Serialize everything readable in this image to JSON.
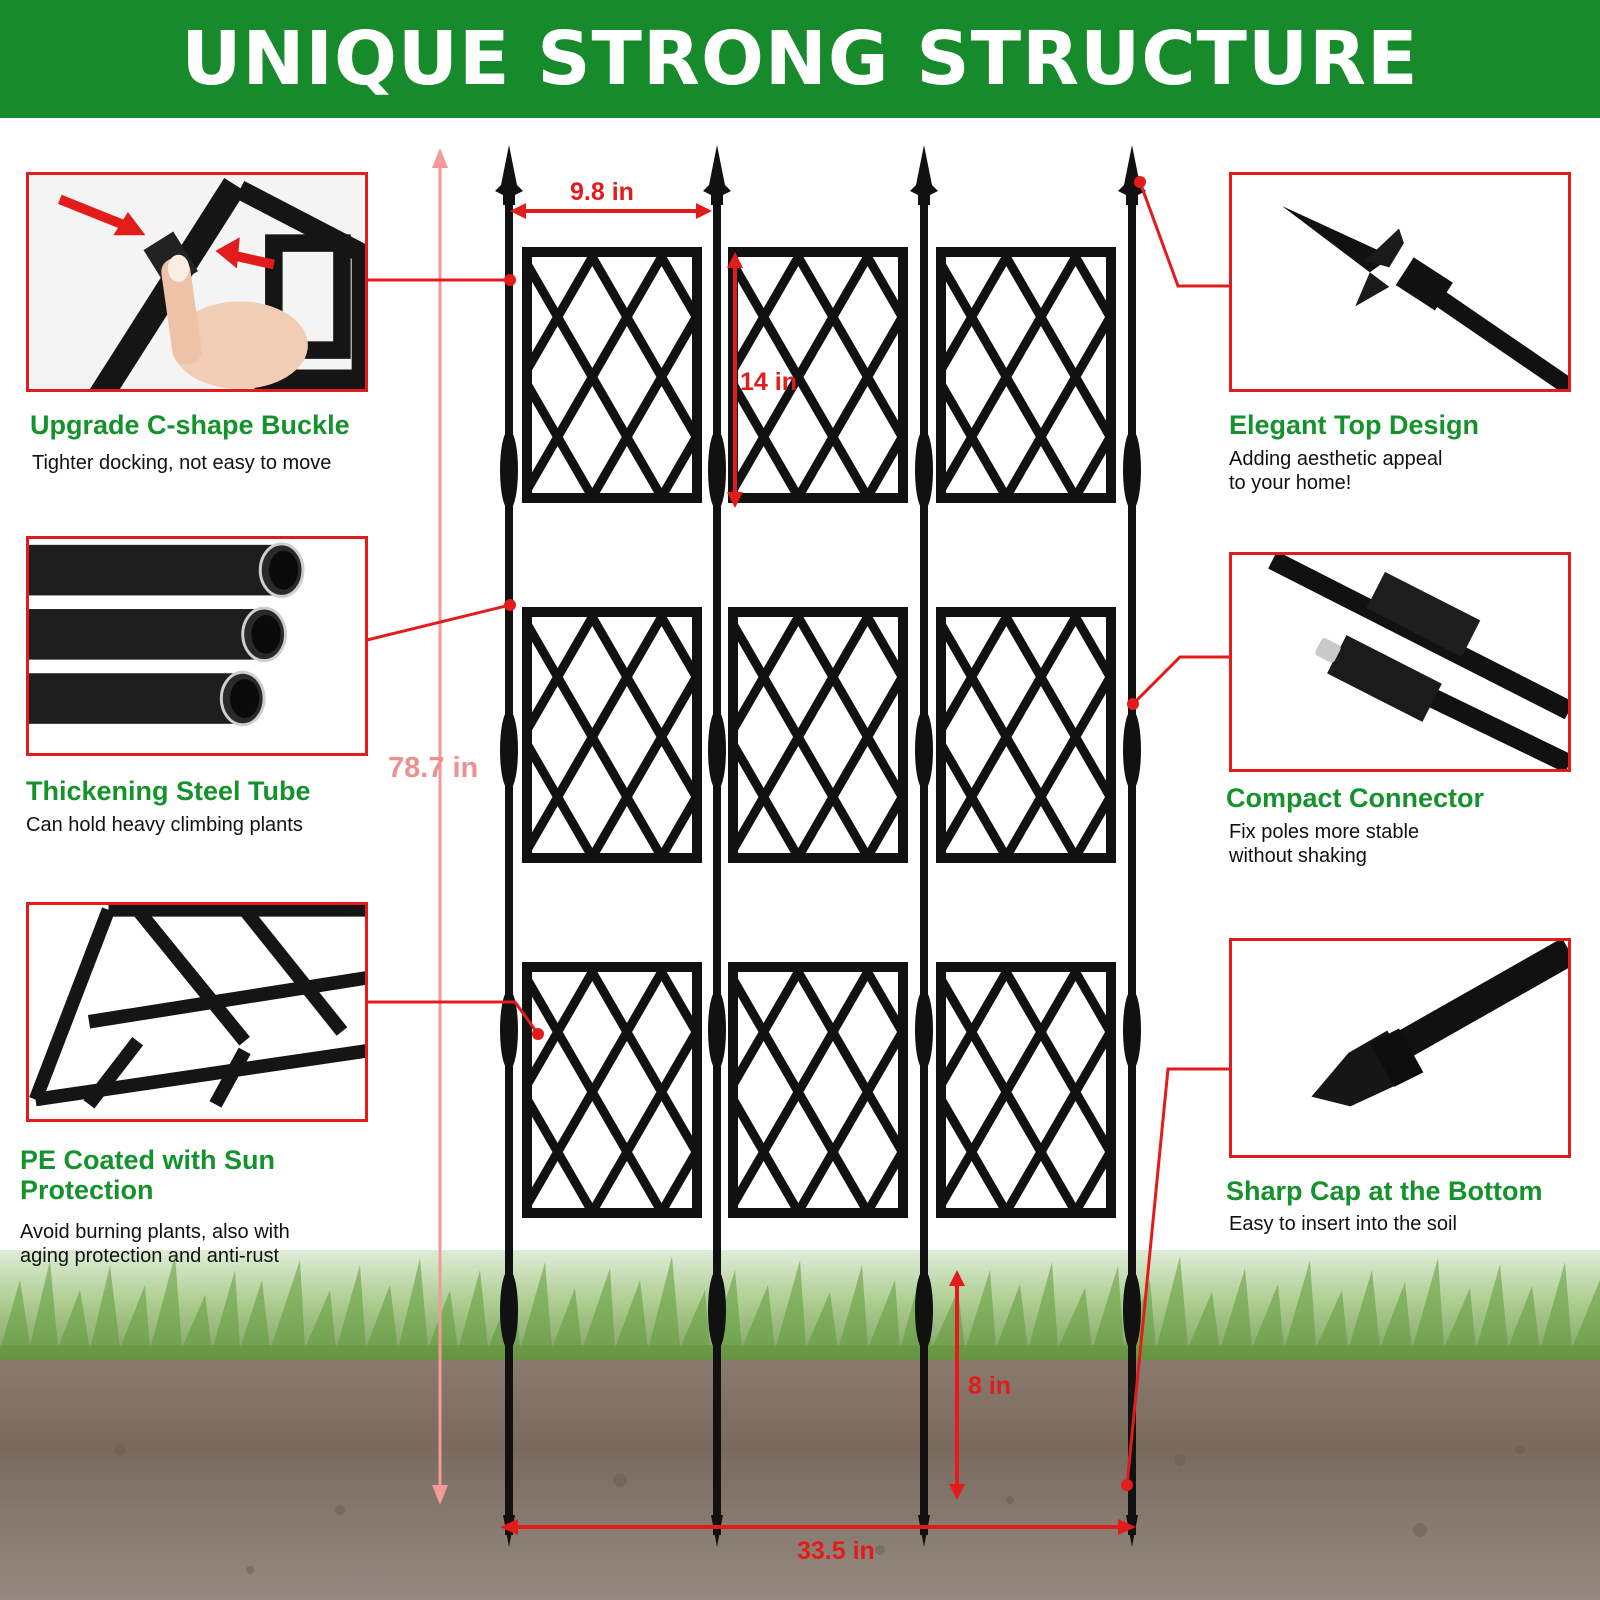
{
  "banner": {
    "title": "UNIQUE STRONG STRUCTURE"
  },
  "colors": {
    "banner_green": "#178a2b",
    "feature_green": "#15922c",
    "accent_red": "#e41b1b",
    "frame_black": "#111111",
    "grass": "#6ea83a",
    "soil": "#7a6a5e"
  },
  "features": {
    "buckle": {
      "title": "Upgrade C-shape Buckle",
      "desc": [
        "Tighter docking, not easy to move"
      ]
    },
    "tube": {
      "title": "Thickening Steel Tube",
      "desc": [
        "Can hold heavy climbing plants"
      ]
    },
    "coating": {
      "title": [
        "PE Coated with Sun",
        "Protection"
      ],
      "desc": [
        "Avoid burning plants, also with",
        "aging protection and anti-rust"
      ]
    },
    "top": {
      "title": "Elegant Top Design",
      "desc": [
        "Adding aesthetic appeal",
        "to your home!"
      ]
    },
    "connector": {
      "title": "Compact Connector",
      "desc": [
        "Fix poles more stable",
        "without shaking"
      ]
    },
    "cap": {
      "title": "Sharp Cap at the Bottom",
      "desc": [
        "Easy to insert into the soil"
      ]
    }
  },
  "dimensions": {
    "panel_width": "9.8 in",
    "panel_height": "14 in",
    "total_height": "78.7 in",
    "ground_depth": "8 in",
    "total_width": "33.5 in"
  },
  "icons": [
    "buckle-closeup-icon",
    "steel-tube-icon",
    "lattice-coating-icon",
    "finial-top-icon",
    "connector-joint-icon",
    "sharp-cap-icon"
  ]
}
